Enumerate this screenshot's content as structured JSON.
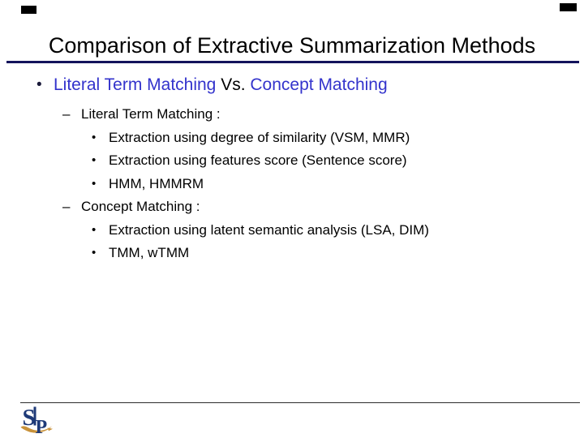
{
  "slide": {
    "title": "Comparison of Extractive Summarization Methods",
    "bullet1": {
      "glyph": "•",
      "part1": "Literal Term Matching",
      "separator": " Vs. ",
      "part2": "Concept Matching"
    },
    "sections": [
      {
        "dash": "–",
        "heading": "Literal Term Matching :",
        "items": [
          {
            "glyph": "•",
            "text": "Extraction using degree of similarity (VSM, MMR)"
          },
          {
            "glyph": "•",
            "text": "Extraction using features score (Sentence score)"
          },
          {
            "glyph": "•",
            "text": "HMM, HMMRM"
          }
        ]
      },
      {
        "dash": "–",
        "heading": "Concept Matching :",
        "items": [
          {
            "glyph": "•",
            "text": "Extraction using latent semantic analysis (LSA, DIM)"
          },
          {
            "glyph": "•",
            "text": "TMM, wTMM"
          }
        ]
      }
    ],
    "logo": {
      "letter_s": "S",
      "letter_p": "P"
    },
    "colors": {
      "accent_blue": "#3333cc",
      "title_rule_navy": "#13135c",
      "footer_rule": "#2b2b2b",
      "logo_navy": "#1e3a78",
      "logo_gold": "#c8923a"
    }
  }
}
